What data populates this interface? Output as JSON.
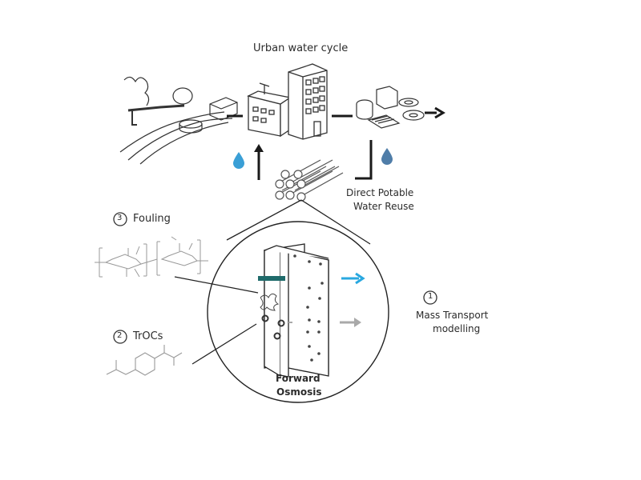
{
  "title": "Urban water cycle",
  "labels": {
    "dpr_line1": "Direct Potable",
    "dpr_line2": "Water Reuse",
    "fo_line1": "Forward",
    "fo_line2": "Osmosis",
    "mt_line1": "Mass Transport",
    "mt_line2": "modelling"
  },
  "items": [
    {
      "number": "1",
      "label": "Mass Transport modelling"
    },
    {
      "number": "2",
      "label": "TrOCs"
    },
    {
      "number": "3",
      "label": "Fouling"
    }
  ],
  "numbers": {
    "one": "1",
    "two": "2",
    "three": "3"
  },
  "item_labels": {
    "fouling": "Fouling",
    "trocs": "TrOCs"
  },
  "colors": {
    "drop_left": "#3a9fd6",
    "drop_right": "#4f7da8",
    "arrow_blue": "#29a8e0",
    "arrow_gray": "#a9a9a9",
    "fouling_bar": "#1f6b6b",
    "line": "#1a1a1a"
  }
}
